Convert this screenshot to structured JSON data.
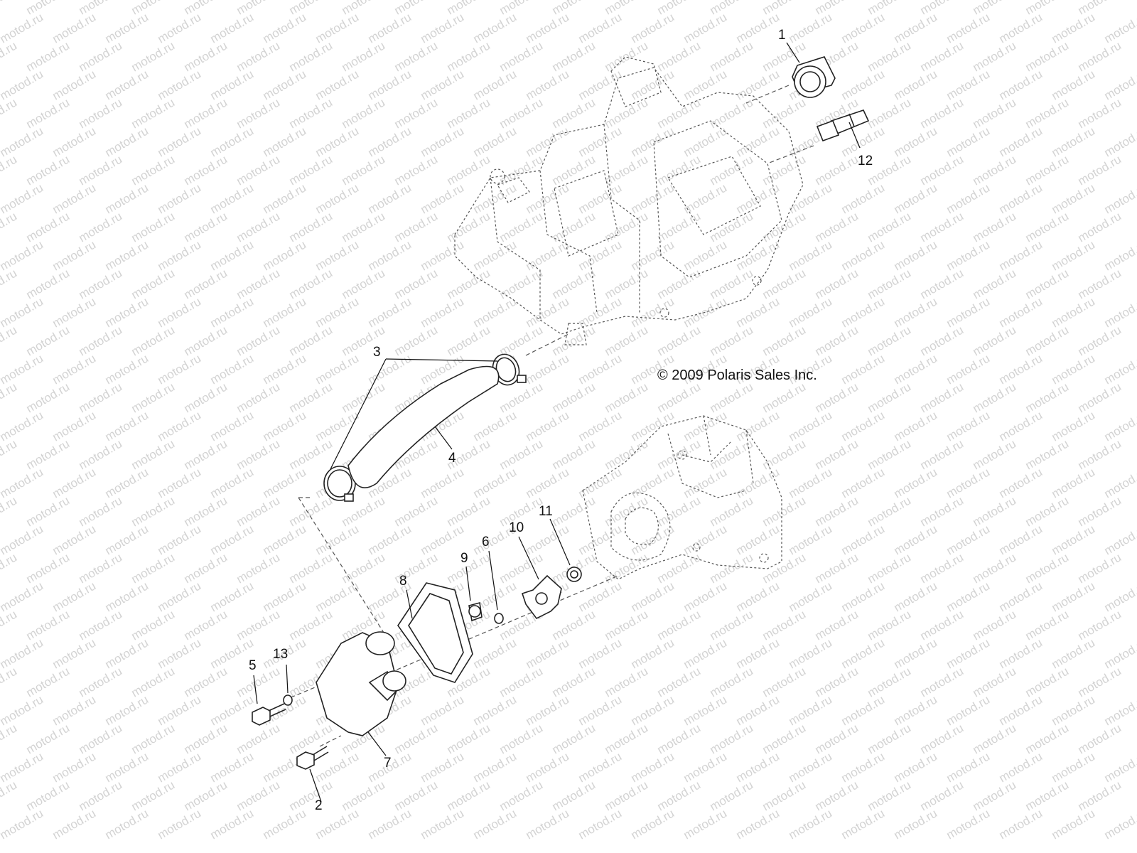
{
  "watermark": "motod.ru",
  "copyright": "© 2009 Polaris Sales Inc.",
  "callouts": [
    "1",
    "2",
    "3",
    "4",
    "5",
    "6",
    "7",
    "8",
    "9",
    "10",
    "11",
    "12",
    "13"
  ]
}
